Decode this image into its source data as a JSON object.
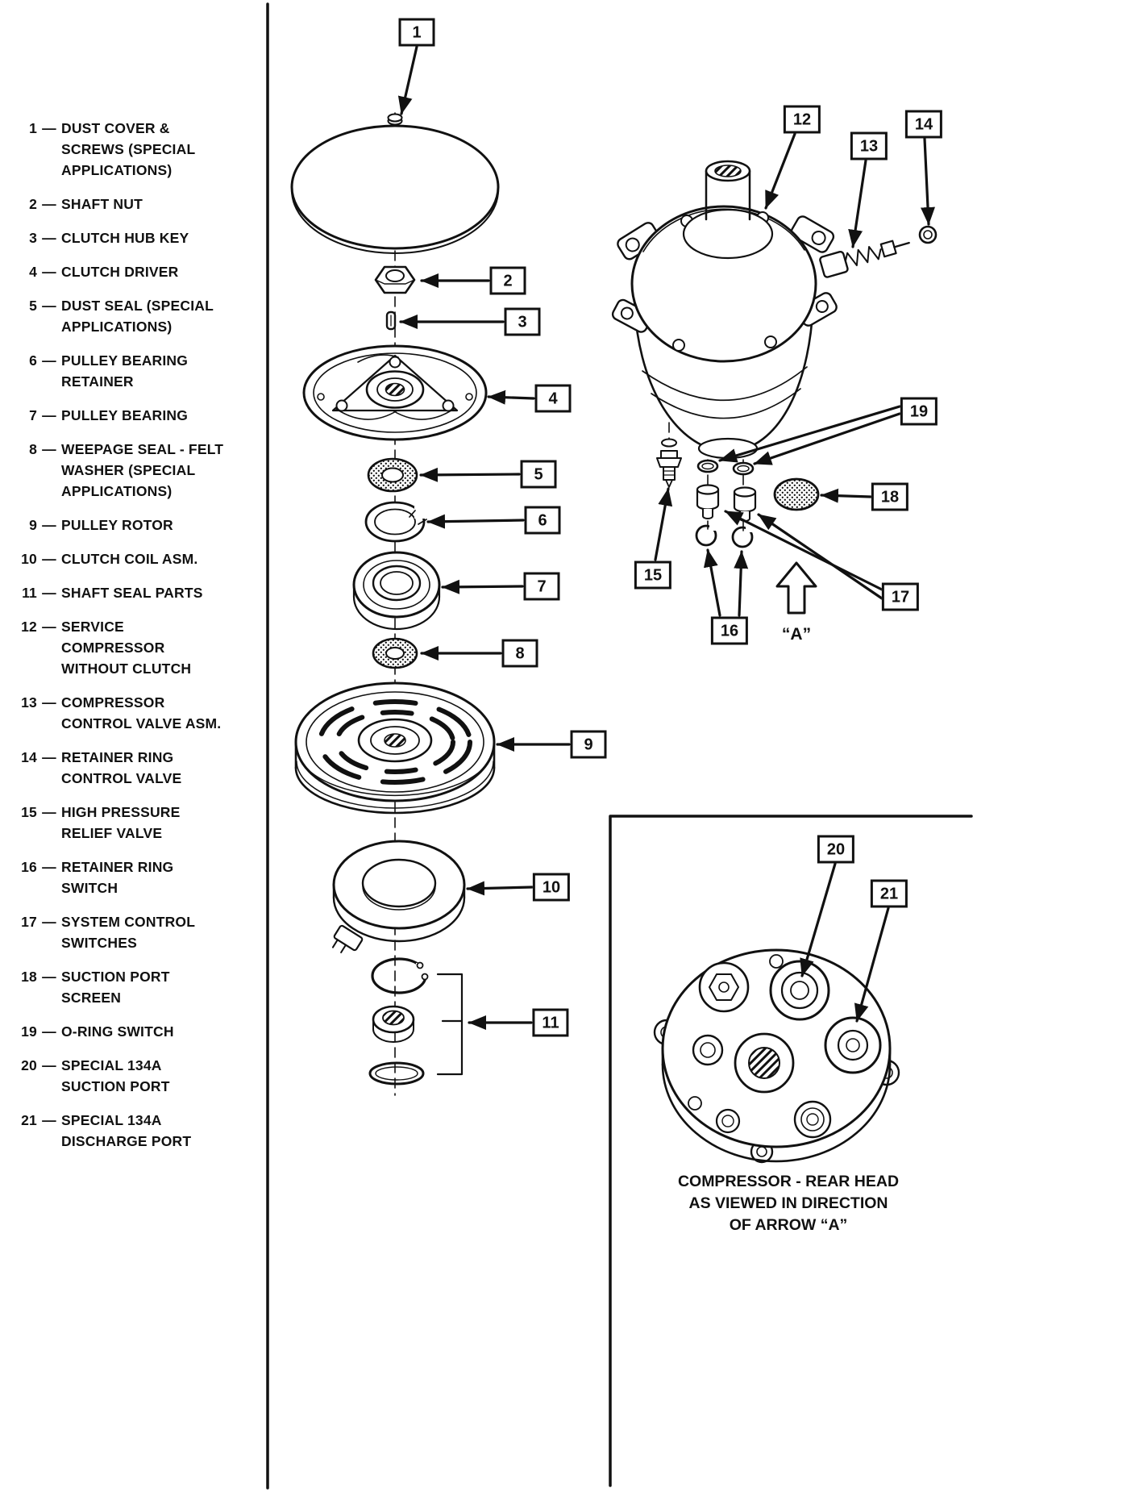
{
  "page": {
    "background": "#ffffff",
    "ink": "#111111"
  },
  "parts_list": {
    "separator": "—",
    "items": [
      {
        "num": "1",
        "label": "DUST  COVER &\nSCREWS (SPECIAL\nAPPLICATIONS)"
      },
      {
        "num": "2",
        "label": "SHAFT NUT"
      },
      {
        "num": "3",
        "label": "CLUTCH HUB KEY"
      },
      {
        "num": "4",
        "label": "CLUTCH DRIVER"
      },
      {
        "num": "5",
        "label": "DUST SEAL (SPECIAL\nAPPLICATIONS)"
      },
      {
        "num": "6",
        "label": "PULLEY BEARING\nRETAINER"
      },
      {
        "num": "7",
        "label": "PULLEY BEARING"
      },
      {
        "num": "8",
        "label": "WEEPAGE SEAL - FELT\nWASHER (SPECIAL\nAPPLICATIONS)"
      },
      {
        "num": "9",
        "label": "PULLEY ROTOR"
      },
      {
        "num": "10",
        "label": "CLUTCH COIL ASM."
      },
      {
        "num": "11",
        "label": "SHAFT SEAL  PARTS"
      },
      {
        "num": "12",
        "label": "SERVICE\nCOMPRESSOR\nWITHOUT CLUTCH"
      },
      {
        "num": "13",
        "label": "COMPRESSOR\nCONTROL VALVE ASM."
      },
      {
        "num": "14",
        "label": "RETAINER RING\nCONTROL VALVE"
      },
      {
        "num": "15",
        "label": "HIGH PRESSURE\nRELIEF VALVE"
      },
      {
        "num": "16",
        "label": "RETAINER RING\nSWITCH"
      },
      {
        "num": "17",
        "label": "SYSTEM CONTROL\nSWITCHES"
      },
      {
        "num": "18",
        "label": "SUCTION PORT\nSCREEN"
      },
      {
        "num": "19",
        "label": "O-RING SWITCH"
      },
      {
        "num": "20",
        "label": "SPECIAL 134A\nSUCTION PORT"
      },
      {
        "num": "21",
        "label": "SPECIAL 134A\nDISCHARGE PORT"
      }
    ]
  },
  "callouts": {
    "c1": "1",
    "c2": "2",
    "c3": "3",
    "c4": "4",
    "c5": "5",
    "c6": "6",
    "c7": "7",
    "c8": "8",
    "c9": "9",
    "c10": "10",
    "c11": "11",
    "c12": "12",
    "c13": "13",
    "c14": "14",
    "c15": "15",
    "c16": "16",
    "c17": "17",
    "c18": "18",
    "c19": "19",
    "c20": "20",
    "c21": "21"
  },
  "arrow_a": {
    "label": "“A”"
  },
  "inset": {
    "caption_line1": "COMPRESSOR - REAR HEAD",
    "caption_line2": "AS VIEWED IN DIRECTION",
    "caption_line3": "OF ARROW “A”"
  }
}
